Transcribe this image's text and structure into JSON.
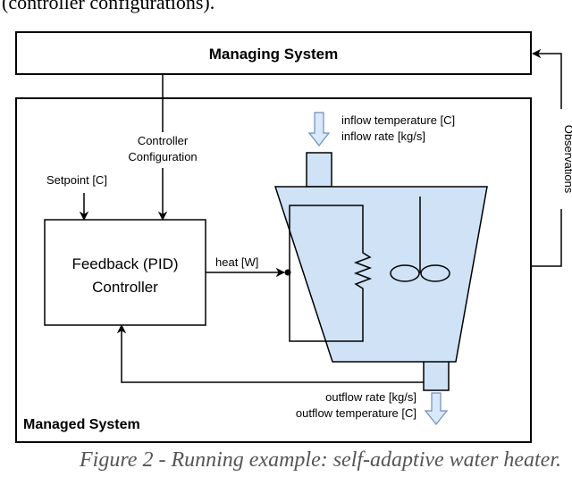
{
  "header_text": "(controller configurations).",
  "managing_system": {
    "label": "Managing System"
  },
  "managed_system": {
    "label": "Managed System"
  },
  "controller": {
    "line1": "Feedback (PID)",
    "line2": "Controller"
  },
  "labels": {
    "controller_configuration_1": "Controller",
    "controller_configuration_2": "Configuration",
    "setpoint": "Setpoint [C]",
    "heat": "heat [W]",
    "inflow_temperature": "inflow temperature [C]",
    "inflow_rate": "inflow rate [kg/s]",
    "outflow_rate": "outflow rate [kg/s]",
    "outflow_temperature": "outflow temperature [C]",
    "observations": "Observations"
  },
  "caption": "Figure 2 - Running example: self-adaptive water heater.",
  "colors": {
    "tank_fill": "#cfe2f6",
    "tank_stroke": "#000000",
    "flow_arrow_fill": "#dae8fc",
    "flow_arrow_stroke": "#6c8ebf",
    "caption": "#555555"
  }
}
